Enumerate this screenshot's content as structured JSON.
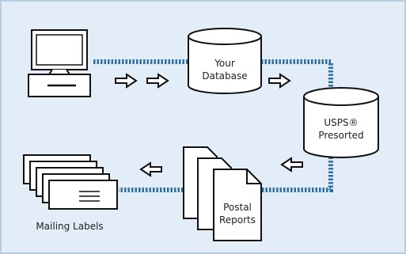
{
  "diagram": {
    "background": "#e3edf7",
    "border": "#b7cde0",
    "connector_color": "#2f6fa8",
    "nodes": {
      "computer": {
        "icon": "computer-icon"
      },
      "your_database": {
        "icon": "database-cylinder-icon",
        "line1": "Your",
        "line2": "Database"
      },
      "usps_presorted": {
        "icon": "database-cylinder-icon",
        "line1": "USPS®",
        "line2": "Presorted"
      },
      "postal_reports": {
        "icon": "document-stack-icon",
        "line1": "Postal",
        "line2": "Reports"
      },
      "mailing_labels": {
        "icon": "label-stack-icon",
        "caption": "Mailing Labels"
      }
    },
    "arrows": [
      {
        "name": "arrow-computer-to-database-1",
        "direction": "right"
      },
      {
        "name": "arrow-computer-to-database-2",
        "direction": "right"
      },
      {
        "name": "arrow-database-to-usps",
        "direction": "right"
      },
      {
        "name": "arrow-usps-to-reports",
        "direction": "left"
      },
      {
        "name": "arrow-reports-to-labels",
        "direction": "left"
      }
    ]
  }
}
